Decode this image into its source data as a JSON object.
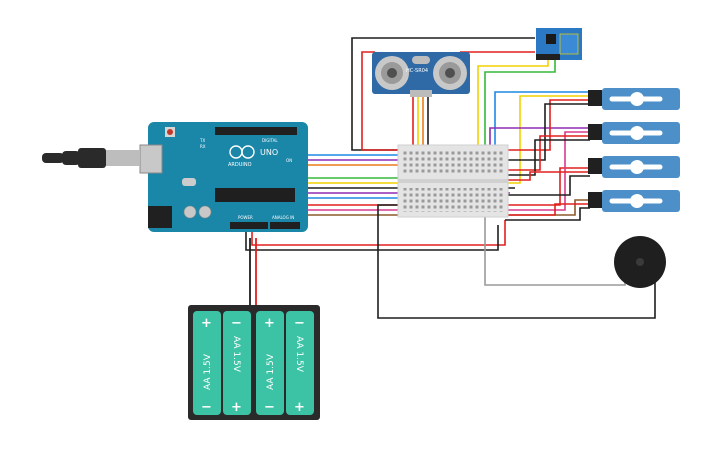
{
  "arduino": {
    "brand": "ARDUINO",
    "model": "UNO",
    "digital_label": "DIGITAL",
    "power_label": "POWER",
    "analog_label": "ANALOG IN",
    "tx_label": "TX",
    "rx_label": "RX",
    "on_label": "ON"
  },
  "ultrasonic": {
    "label": "HC-SR04"
  },
  "battery": {
    "cells": [
      {
        "label": "AA 1.5V",
        "top_sign": "+",
        "bottom_sign": "−"
      },
      {
        "label": "AA 1.5V",
        "top_sign": "−",
        "bottom_sign": "+"
      },
      {
        "label": "AA 1.5V",
        "top_sign": "+",
        "bottom_sign": "−"
      },
      {
        "label": "AA 1.5V",
        "top_sign": "−",
        "bottom_sign": "+"
      }
    ]
  },
  "servos": {
    "count": 4
  },
  "colors": {
    "arduino_board": "#1a86a8",
    "sensor_board": "#2f6aa6",
    "wifi_module": "#2b78c4",
    "servo_body": "#4d8fc9",
    "battery_holder": "#2a2a2a",
    "battery_cell": "#3cc3a5",
    "breadboard": "#e4e4e4",
    "wire_red": "#e0201e",
    "wire_black": "#1e1e1e",
    "wire_yellow": "#f2d200",
    "wire_green": "#36b83a",
    "wire_purple": "#8e2bb3",
    "wire_blue": "#1e88e5",
    "wire_orange": "#e87c1a",
    "wire_brown": "#8a5a2b",
    "wire_gray": "#9a9a9a",
    "wire_pink": "#d83a8e"
  }
}
